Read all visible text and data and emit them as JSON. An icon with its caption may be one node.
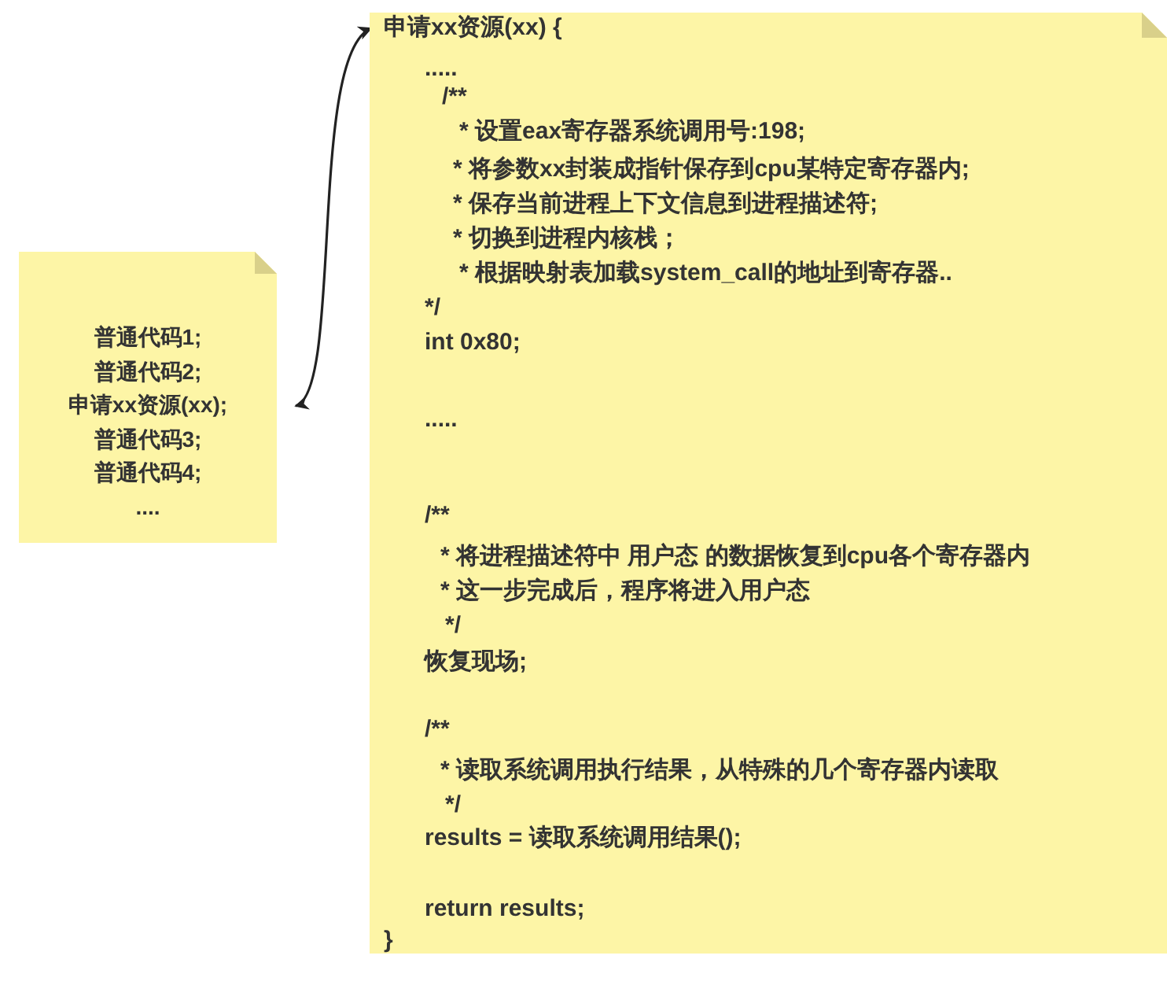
{
  "diagram": {
    "nodes": [
      {
        "text": [
          "普通代码1;",
          "普通代码2;",
          "申请xx资源(xx);",
          "普通代码3;",
          "普通代码4;",
          "...."
        ]
      },
      {
        "text": [
          "申请xx资源(xx) {",
          ".....",
          "/**",
          "*  设置eax寄存器系统调用号:198;",
          "* 将参数xx封装成指针保存到cpu某特定寄存器内;",
          "* 保存当前进程上下文信息到进程描述符;",
          "* 切换到进程内核栈；",
          "*  根据映射表加载system_call的地址到寄存器..",
          "*/",
          "int 0x80;",
          ".....",
          "/**",
          "* 将进程描述符中 用户态 的数据恢复到cpu各个寄存器内",
          "* 这一步完成后，程序将进入用户态",
          "*/",
          "恢复现场;",
          "/**",
          "*  读取系统调用执行结果，从特殊的几个寄存器内读取",
          "*/",
          "results = 读取系统调用结果();",
          "return results;",
          "}"
        ]
      }
    ],
    "edges": [
      {
        "from": 0,
        "to": 1,
        "arrow": "both"
      }
    ]
  }
}
